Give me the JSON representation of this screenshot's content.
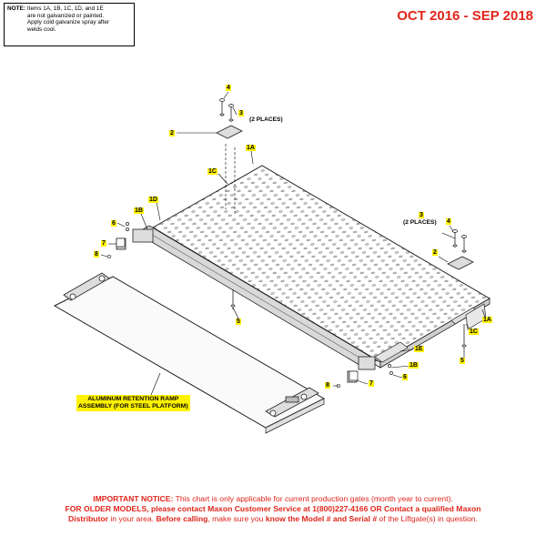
{
  "note": {
    "label": "NOTE:",
    "lines": [
      "Items 1A, 1B, 1C, 1D, and 1E",
      "are not galvanized or painted.",
      "Apply cold galvanize spray after",
      "welds cool."
    ]
  },
  "date_range": "OCT 2016 - SEP 2018",
  "callouts": {
    "c4_top": "4",
    "c3_top": "3",
    "c3_top_places": "(2 PLACES)",
    "c2_top": "2",
    "c1A_top": "1A",
    "c1C": "1C",
    "c1D": "1D",
    "c1B_left": "1B",
    "c6_left": "6",
    "c7_left": "7",
    "c8_left": "8",
    "c5_left": "5",
    "c3_right": "3",
    "c3_right_places": "(2 PLACES)",
    "c4_right": "4",
    "c2_right": "2",
    "c1A_right": "1A",
    "c1C_right": "1C",
    "c5_right": "5",
    "c1E": "1E",
    "c1B_right": "1B",
    "c6_right": "6",
    "c7_right": "7",
    "c8_right": "8"
  },
  "ramp_label": [
    "ALUMINUM RETENTION RAMP",
    "ASSEMBLY (FOR STEEL PLATFORM)"
  ],
  "notice": {
    "l1_bold": "IMPORTANT NOTICE:",
    "l1_rest": " This chart is only applicable for current production gates (month year to current).",
    "l2_bold": "FOR OLDER MODELS, please contact Maxon Customer Service at 1(800)227-4166 OR Contact a qualified Maxon",
    "l3_bold_a": "Distributor",
    "l3_mid_a": " in your area. ",
    "l3_bold_b": "Before calling",
    "l3_mid_b": ", make sure you ",
    "l3_bold_c": "know the Model # and Serial #",
    "l3_end": " of the Liftgate(s) in question."
  },
  "colors": {
    "accent_red": "#e0251b",
    "callout_yellow": "#fff200"
  }
}
